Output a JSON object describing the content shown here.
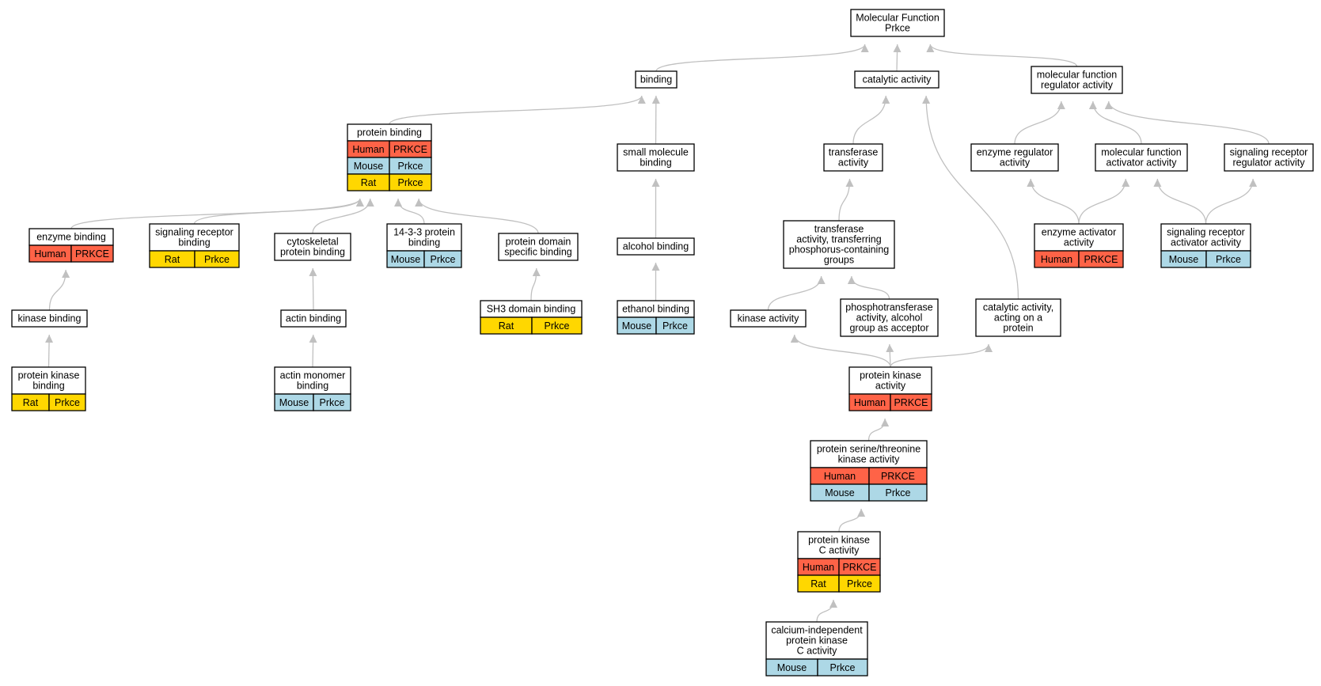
{
  "colors": {
    "human": "#ff6347",
    "mouse": "#add8e6",
    "rat": "#ffd700",
    "edge": "#c0c0c0",
    "border": "#000000"
  },
  "nodes": [
    {
      "id": "mf",
      "lines": [
        "Molecular Function",
        "Prkce"
      ],
      "rows": []
    },
    {
      "id": "binding",
      "lines": [
        "binding"
      ],
      "rows": []
    },
    {
      "id": "catalytic",
      "lines": [
        "catalytic activity"
      ],
      "rows": []
    },
    {
      "id": "mfreg",
      "lines": [
        "molecular function",
        "regulator activity"
      ],
      "rows": []
    },
    {
      "id": "protbind",
      "lines": [
        "protein binding"
      ],
      "rows": [
        {
          "sp": "human",
          "species": "Human",
          "gene": "PRKCE"
        },
        {
          "sp": "mouse",
          "species": "Mouse",
          "gene": "Prkce"
        },
        {
          "sp": "rat",
          "species": "Rat",
          "gene": "Prkce"
        }
      ]
    },
    {
      "id": "smallmol",
      "lines": [
        "small molecule",
        "binding"
      ],
      "rows": []
    },
    {
      "id": "transferase",
      "lines": [
        "transferase",
        "activity"
      ],
      "rows": []
    },
    {
      "id": "enzreg",
      "lines": [
        "enzyme regulator",
        "activity"
      ],
      "rows": []
    },
    {
      "id": "mfact",
      "lines": [
        "molecular function",
        "activator activity"
      ],
      "rows": []
    },
    {
      "id": "sigrecreg",
      "lines": [
        "signaling receptor",
        "regulator activity"
      ],
      "rows": []
    },
    {
      "id": "enzbind",
      "lines": [
        "enzyme binding"
      ],
      "rows": [
        {
          "sp": "human",
          "species": "Human",
          "gene": "PRKCE"
        }
      ]
    },
    {
      "id": "sigrecbind",
      "lines": [
        "signaling receptor",
        "binding"
      ],
      "rows": [
        {
          "sp": "rat",
          "species": "Rat",
          "gene": "Prkce"
        }
      ]
    },
    {
      "id": "cytoskel",
      "lines": [
        "cytoskeletal",
        "protein binding"
      ],
      "rows": []
    },
    {
      "id": "b1433",
      "lines": [
        "14-3-3 protein",
        "binding"
      ],
      "rows": [
        {
          "sp": "mouse",
          "species": "Mouse",
          "gene": "Prkce"
        }
      ]
    },
    {
      "id": "domainspec",
      "lines": [
        "protein domain",
        "specific binding"
      ],
      "rows": []
    },
    {
      "id": "alcohol",
      "lines": [
        "alcohol binding"
      ],
      "rows": []
    },
    {
      "id": "transphos",
      "lines": [
        "transferase",
        "activity, transferring",
        "phosphorus-containing",
        "groups"
      ],
      "rows": []
    },
    {
      "id": "enzact",
      "lines": [
        "enzyme activator",
        "activity"
      ],
      "rows": [
        {
          "sp": "human",
          "species": "Human",
          "gene": "PRKCE"
        }
      ]
    },
    {
      "id": "sigrecact",
      "lines": [
        "signaling receptor",
        "activator activity"
      ],
      "rows": [
        {
          "sp": "mouse",
          "species": "Mouse",
          "gene": "Prkce"
        }
      ]
    },
    {
      "id": "kinbind",
      "lines": [
        "kinase binding"
      ],
      "rows": []
    },
    {
      "id": "actinbind",
      "lines": [
        "actin binding"
      ],
      "rows": []
    },
    {
      "id": "sh3",
      "lines": [
        "SH3 domain binding"
      ],
      "rows": [
        {
          "sp": "rat",
          "species": "Rat",
          "gene": "Prkce"
        }
      ]
    },
    {
      "id": "ethanol",
      "lines": [
        "ethanol binding"
      ],
      "rows": [
        {
          "sp": "mouse",
          "species": "Mouse",
          "gene": "Prkce"
        }
      ]
    },
    {
      "id": "kinact",
      "lines": [
        "kinase activity"
      ],
      "rows": []
    },
    {
      "id": "phosalc",
      "lines": [
        "phosphotransferase",
        "activity, alcohol",
        "group as acceptor"
      ],
      "rows": []
    },
    {
      "id": "catprot",
      "lines": [
        "catalytic activity,",
        "acting on a",
        "protein"
      ],
      "rows": []
    },
    {
      "id": "protkinbind",
      "lines": [
        "protein kinase",
        "binding"
      ],
      "rows": [
        {
          "sp": "rat",
          "species": "Rat",
          "gene": "Prkce"
        }
      ]
    },
    {
      "id": "actinmono",
      "lines": [
        "actin monomer",
        "binding"
      ],
      "rows": [
        {
          "sp": "mouse",
          "species": "Mouse",
          "gene": "Prkce"
        }
      ]
    },
    {
      "id": "protkinact",
      "lines": [
        "protein kinase",
        "activity"
      ],
      "rows": [
        {
          "sp": "human",
          "species": "Human",
          "gene": "PRKCE"
        }
      ]
    },
    {
      "id": "serthr",
      "lines": [
        "protein serine/threonine",
        "kinase activity"
      ],
      "rows": [
        {
          "sp": "human",
          "species": "Human",
          "gene": "PRKCE"
        },
        {
          "sp": "mouse",
          "species": "Mouse",
          "gene": "Prkce"
        }
      ]
    },
    {
      "id": "pkc",
      "lines": [
        "protein kinase",
        "C activity"
      ],
      "rows": [
        {
          "sp": "human",
          "species": "Human",
          "gene": "PRKCE"
        },
        {
          "sp": "rat",
          "species": "Rat",
          "gene": "Prkce"
        }
      ]
    },
    {
      "id": "calind",
      "lines": [
        "calcium-independent",
        "protein kinase",
        "C activity"
      ],
      "rows": [
        {
          "sp": "mouse",
          "species": "Mouse",
          "gene": "Prkce"
        }
      ]
    }
  ],
  "edges": [
    [
      "binding",
      "mf"
    ],
    [
      "catalytic",
      "mf"
    ],
    [
      "mfreg",
      "mf"
    ],
    [
      "protbind",
      "binding"
    ],
    [
      "smallmol",
      "binding"
    ],
    [
      "transferase",
      "catalytic"
    ],
    [
      "catprot",
      "catalytic"
    ],
    [
      "enzreg",
      "mfreg"
    ],
    [
      "mfact",
      "mfreg"
    ],
    [
      "sigrecreg",
      "mfreg"
    ],
    [
      "enzbind",
      "protbind"
    ],
    [
      "sigrecbind",
      "protbind"
    ],
    [
      "cytoskel",
      "protbind"
    ],
    [
      "b1433",
      "protbind"
    ],
    [
      "domainspec",
      "protbind"
    ],
    [
      "alcohol",
      "smallmol"
    ],
    [
      "transphos",
      "transferase"
    ],
    [
      "enzact",
      "enzreg"
    ],
    [
      "enzact",
      "mfact"
    ],
    [
      "sigrecact",
      "mfact"
    ],
    [
      "sigrecact",
      "sigrecreg"
    ],
    [
      "kinbind",
      "enzbind"
    ],
    [
      "actinbind",
      "cytoskel"
    ],
    [
      "sh3",
      "domainspec"
    ],
    [
      "ethanol",
      "alcohol"
    ],
    [
      "kinact",
      "transphos"
    ],
    [
      "phosalc",
      "transphos"
    ],
    [
      "protkinbind",
      "kinbind"
    ],
    [
      "actinmono",
      "actinbind"
    ],
    [
      "protkinact",
      "kinact"
    ],
    [
      "protkinact",
      "phosalc"
    ],
    [
      "protkinact",
      "catprot"
    ],
    [
      "serthr",
      "protkinact"
    ],
    [
      "pkc",
      "serthr"
    ],
    [
      "calind",
      "pkc"
    ]
  ]
}
